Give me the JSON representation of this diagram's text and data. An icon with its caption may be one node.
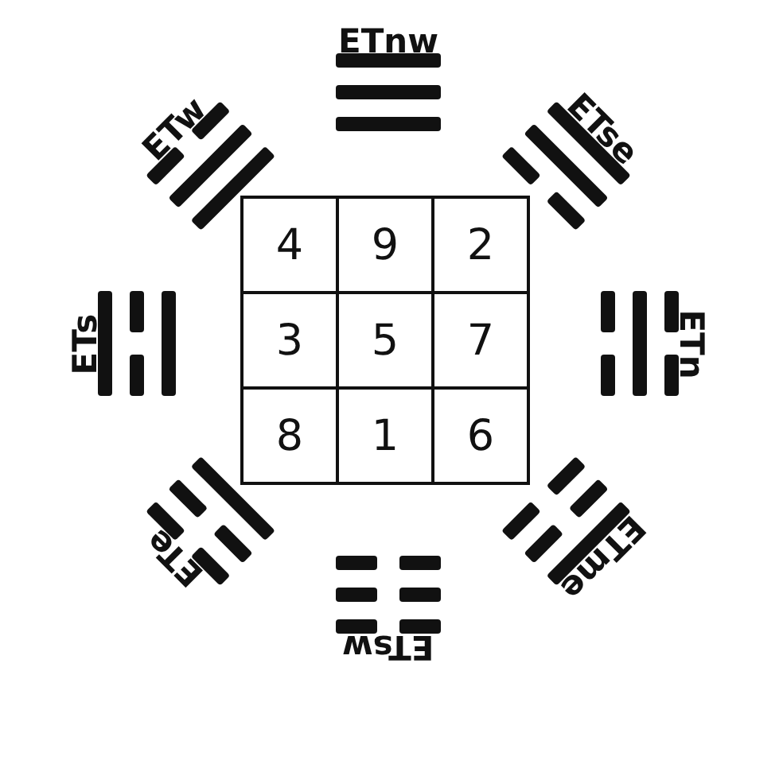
{
  "diagram": {
    "labels": [
      "ETnw",
      "ETw",
      "ETse",
      "4",
      "9",
      "2",
      "ETs",
      "3",
      "5",
      "7",
      "ETn",
      "8",
      "1",
      "6",
      "ETe",
      "ETme",
      "ETsw"
    ]
  }
}
